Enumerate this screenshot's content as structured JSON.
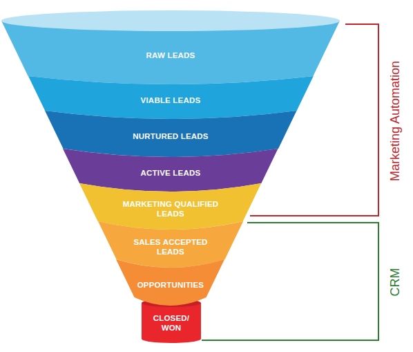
{
  "diagram": {
    "nodes": [
      {
        "text": [
          "RAW LEADS"
        ]
      },
      {
        "text": [
          "VIABLE LEADS"
        ]
      },
      {
        "text": [
          "NURTURED LEADS"
        ]
      },
      {
        "text": [
          "ACTIVE LEADS"
        ]
      },
      {
        "text": [
          "MARKETING QUALIFIED LEADS"
        ]
      },
      {
        "text": [
          "SALES ACCEPTED LEADS"
        ]
      },
      {
        "text": [
          "OPPORTUNITIES"
        ]
      },
      {
        "text": [
          "CLOSED/ WON"
        ]
      }
    ],
    "labels": [
      "Marketing Automation",
      "CRM"
    ]
  }
}
